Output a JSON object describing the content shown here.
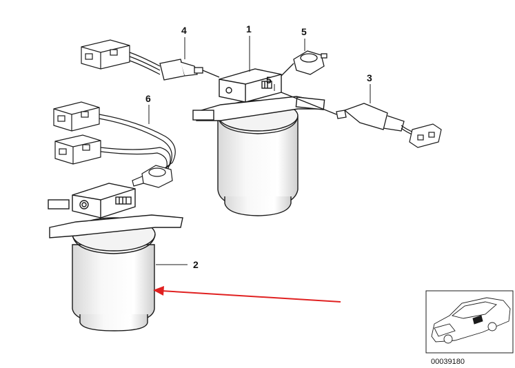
{
  "callouts": {
    "part_1": "1",
    "part_2": "2",
    "part_3": "3",
    "part_4": "4",
    "part_5_top": "5",
    "part_5_inline": "5",
    "part_6": "6"
  },
  "thumbnail": {
    "part_number": "00039180"
  },
  "colors": {
    "line": "#1a1a1a",
    "arrow": "#e02020",
    "fill": "#ffffff"
  }
}
